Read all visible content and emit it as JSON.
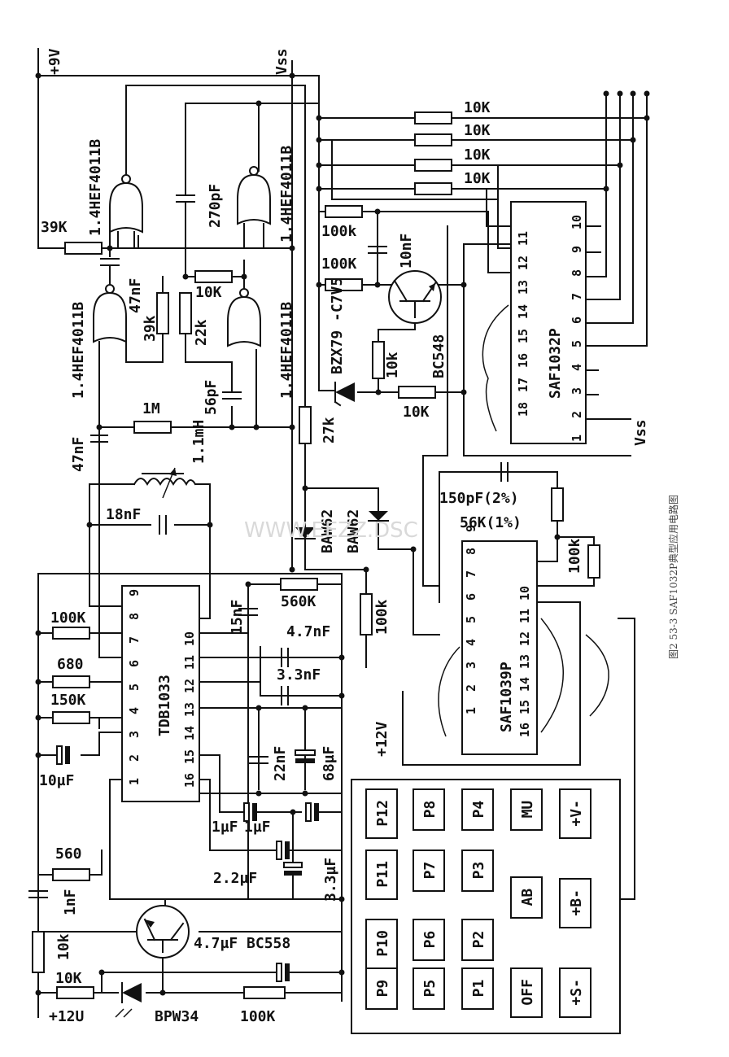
{
  "supply": {
    "plus9v": "+9V",
    "vss_top": "Vss",
    "vss_right": "Vss",
    "plus12v_center": "+12V",
    "plus12v_bottom": "+12U"
  },
  "chips": {
    "gate1": "1.4HEF4011B",
    "gate2": "1.4HEF4011B",
    "gate3": "1.4HEF4011B",
    "gate4": "1.4HEF4011B",
    "saf1032": "SAF1032P",
    "saf1039": "SAF1039P",
    "tdb1033": "TDB1033"
  },
  "components": {
    "r_39k_a": "39K",
    "c_47nf_a": "47nF",
    "r_39k_b": "39k",
    "c_270pf": "270pF",
    "r_22k": "22k",
    "r_10k_mid": "10K",
    "c_56pf": "56pF",
    "r_1m": "1M",
    "c_47nf_b": "47nF",
    "l_1mh": "1.1mH",
    "c_18nf": "18nF",
    "r_10k_1": "10K",
    "r_10k_2": "10K",
    "r_10k_3": "10K",
    "r_10k_4": "10K",
    "r_100k_1": "100k",
    "c_10nf": "10nF",
    "r_100k_2": "100K",
    "zener": "BZX79 -C7V5",
    "r_10k_base": "10k",
    "t_bc548": "BC548",
    "r_10k_e": "10K",
    "r_27k": "27k",
    "d_baw62_a": "BAW62",
    "d_baw62_b": "BAW62",
    "c_150pf": "150pF(2%)",
    "r_56k": "56K(1%)",
    "r_100k_3": "100k",
    "r_100k_4": "100k",
    "r_560k": "560K",
    "c_15nf": "15nF",
    "c_4_7nf": "4.7nF",
    "c_3_3nf": "3.3nF",
    "c_22nf": "22nF",
    "c_68uf": "68µF",
    "r_100k_5": "100K",
    "r_680": "680",
    "r_150k": "150K",
    "c_10uf": "10µF",
    "c_1uf_a": "1µF",
    "c_1uf_b": "1µF",
    "c_2_2uf": "2.2µF",
    "c_3_3uf": "3.3µF",
    "r_560": "560",
    "c_1nf": "1nF",
    "r_10k_6": "10k",
    "t_bc558": "4.7µF BC558",
    "r_10k_7": "10K",
    "d_bpw34": "BPW34",
    "r_100k_6": "100K"
  },
  "pins": {
    "saf1032_top": [
      "10",
      "9",
      "8",
      "7",
      "6",
      "5",
      "4",
      "3",
      "2",
      "1"
    ],
    "saf1032_bot": [
      "11",
      "12",
      "13",
      "14",
      "15",
      "16",
      "17",
      "18"
    ],
    "saf1039_top": [
      "1",
      "2",
      "3",
      "4",
      "5",
      "6",
      "7",
      "8",
      "9"
    ],
    "saf1039_bot": [
      "16",
      "15",
      "14",
      "13",
      "12",
      "11",
      "10"
    ],
    "tdb1033_top": [
      "1",
      "2",
      "3",
      "4",
      "5",
      "6",
      "7",
      "8",
      "9"
    ],
    "tdb1033_bot": [
      "16",
      "15",
      "14",
      "13",
      "12",
      "11",
      "10"
    ]
  },
  "keypad": [
    [
      "P9",
      "P5",
      "P1",
      "OFF",
      "+S-"
    ],
    [
      "P10",
      "P6",
      "P2",
      "AB",
      "+B-"
    ],
    [
      "P11",
      "P7",
      "P3",
      "",
      ""
    ],
    [
      "P12",
      "P8",
      "P4",
      "MU",
      "+V-"
    ]
  ],
  "caption": "图2  53-3  SAF1032P典型应用电路图",
  "watermark": "WWW.EEZZ.DSC"
}
